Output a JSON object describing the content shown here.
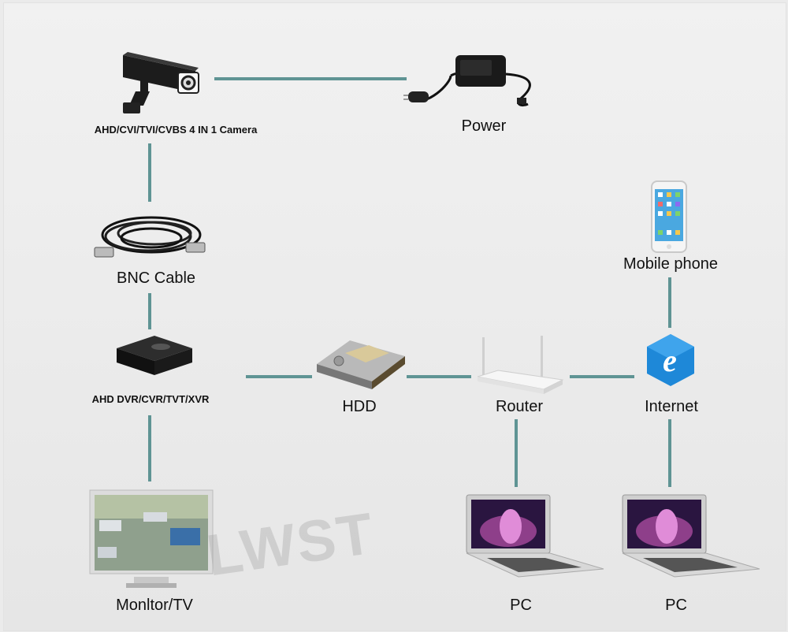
{
  "nodes": {
    "camera": "AHD/CVI/TVI/CVBS 4 IN 1 Camera",
    "power": "Power",
    "bnc": "BNC Cable",
    "dvr": "AHD DVR/CVR/TVT/XVR",
    "hdd": "HDD",
    "router": "Router",
    "internet": "Internet",
    "mobile": "Mobile phone",
    "monitor": "Monltor/TV",
    "pc1": "PC",
    "pc2": "PC"
  },
  "watermark": "LWST",
  "colors": {
    "connector": "#5f9494",
    "background": "#ebebeb",
    "ie_blue": "#1e88d8"
  },
  "icons": {
    "camera": "cctv-camera-icon",
    "power": "power-adapter-icon",
    "bnc": "bnc-cable-icon",
    "dvr": "dvr-box-icon",
    "hdd": "hard-drive-icon",
    "router": "wifi-router-icon",
    "internet": "internet-explorer-icon",
    "mobile": "smartphone-icon",
    "monitor": "monitor-icon",
    "pc": "laptop-icon"
  }
}
